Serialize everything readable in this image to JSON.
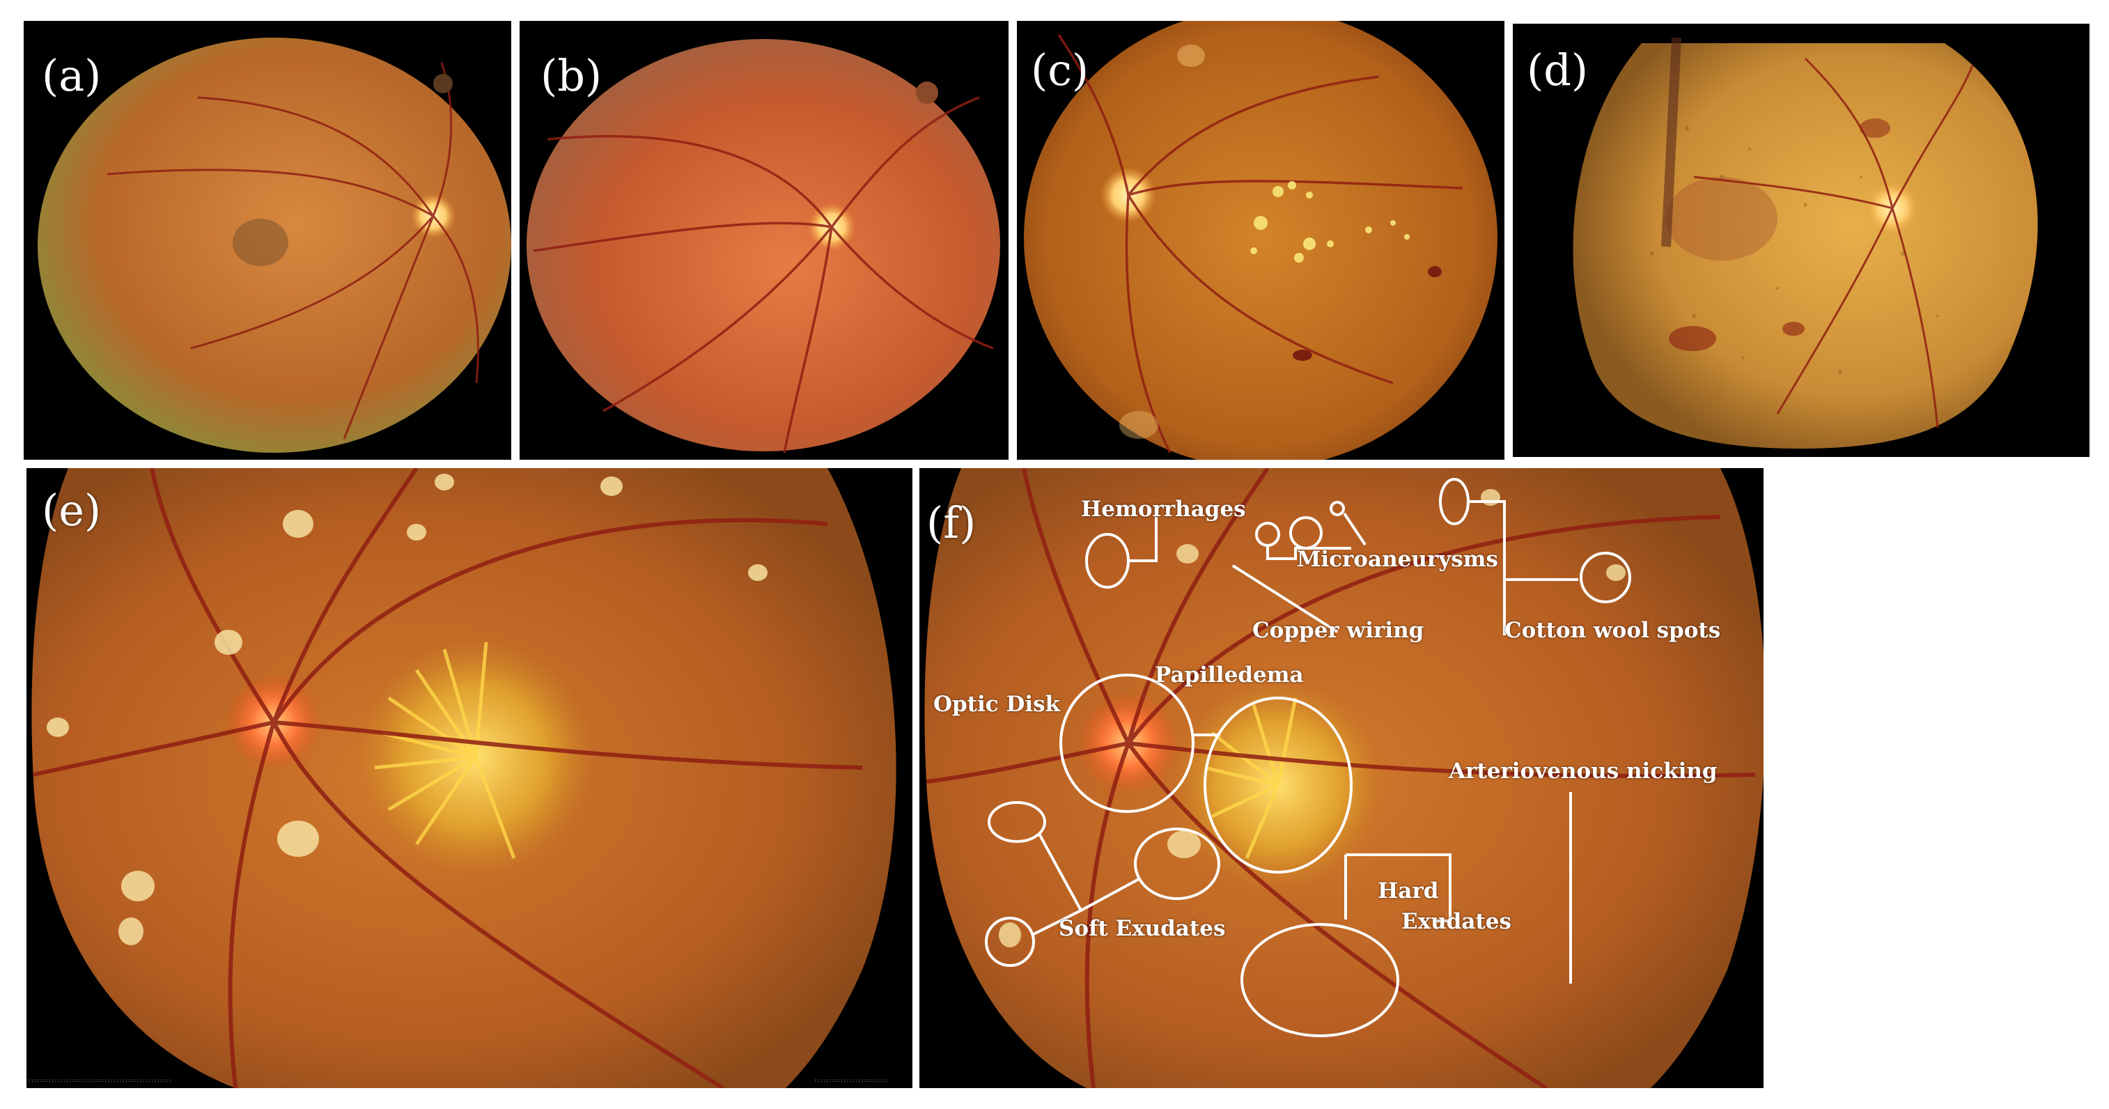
{
  "figure": {
    "panels": [
      {
        "id": "a",
        "label": "(a)"
      },
      {
        "id": "b",
        "label": "(b)"
      },
      {
        "id": "c",
        "label": "(c)"
      },
      {
        "id": "d",
        "label": "(d)"
      },
      {
        "id": "e",
        "label": "(e)"
      },
      {
        "id": "f",
        "label": "(f)"
      }
    ],
    "annotations": {
      "hemorrhages": "Hemorrhages",
      "microaneurysms": "Microaneurysms",
      "copper_wiring": "Copper wiring",
      "cotton_wool_spots": "Cotton wool spots",
      "papilledema": "Papilledema",
      "optic_disk": "Optic Disk",
      "arteriovenous_nicking": "Arteriovenous nicking",
      "hard_exudates_line1": "Hard",
      "hard_exudates_line2": "Exudates",
      "soft_exudates": "Soft Exudates"
    },
    "colors": {
      "background": "#000000",
      "retina": "#c66a2a",
      "vessel": "#8f1e12",
      "optic_disk": "#ffd98a",
      "exudate": "#f2c63a",
      "annotation": "#ffffff"
    }
  }
}
